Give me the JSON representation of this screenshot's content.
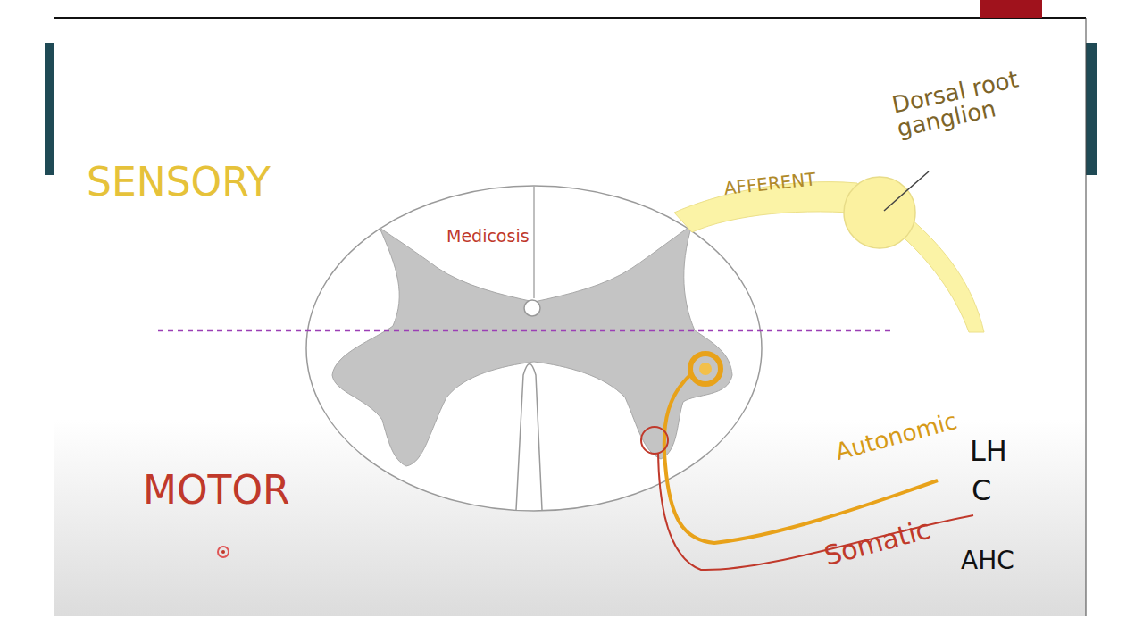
{
  "diagram": {
    "labels": [
      "SENSORY",
      "Medicosis",
      "AFFERENT",
      "Dorsal root ganglion",
      "LH",
      "C",
      "Autonomic",
      "Somatic",
      "AHC",
      "MOTOR"
    ]
  }
}
